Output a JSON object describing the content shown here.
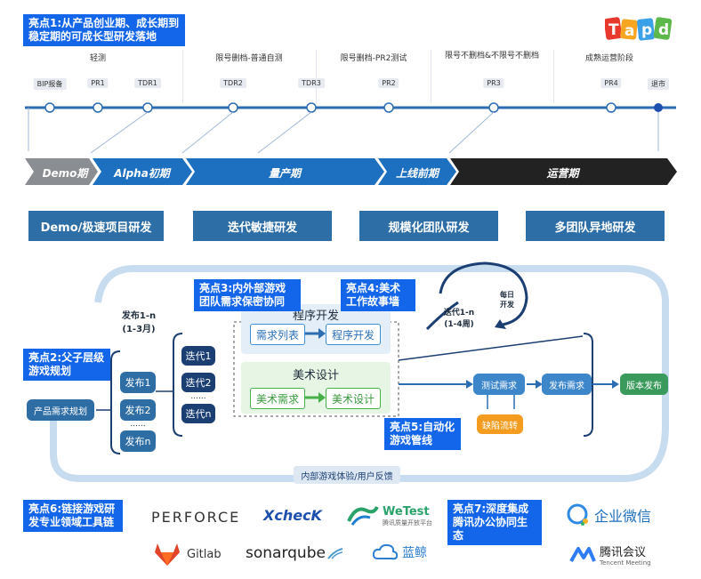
{
  "highlights": {
    "h1": "亮点1:从产品创业期、成长期到稳定期的可成长型研发落地",
    "h2": "亮点2:父子层级游戏规划",
    "h3": "亮点3:内外部游戏团队需求保密协同",
    "h4": "亮点4:美术工作故事墙",
    "h5": "亮点5:自动化游戏管线",
    "h6": "亮点6:链接游戏研发专业领域工具链",
    "h7": "亮点7:深度集成腾讯办公协同生态"
  },
  "tapd_logo": "Tapd",
  "timeline": {
    "stage_labels": [
      "轻测",
      "限号删档-普通自测",
      "限号删档-PR2测试",
      "限号不删档&不限号不删档",
      "成熟运营阶段"
    ],
    "milestones": [
      "BIP报备",
      "PR1",
      "TDR1",
      "TDR2",
      "TDR3",
      "PR2",
      "PR3",
      "PR4",
      "退市"
    ]
  },
  "phases": [
    "Demo期",
    "Alpha初期",
    "量产期",
    "上线前期",
    "运营期"
  ],
  "categories": [
    "Demo/极速项目研发",
    "迭代敏捷研发",
    "规模化团队研发",
    "多团队异地研发"
  ],
  "flow": {
    "release_cycle": "发布1-n\n(1-3月)",
    "product_planning": "产品需求规划",
    "releases": [
      "发布1",
      "发布2",
      "......",
      "发布n"
    ],
    "iterations": [
      "迭代1",
      "迭代2",
      "......",
      "迭代n"
    ],
    "program_dev_title": "程序开发",
    "program_steps": [
      "需求列表",
      "程序开发"
    ],
    "art_title": "美术设计",
    "art_steps": [
      "美术需求",
      "美术设计"
    ],
    "iter_cycle": "迭代1-n\n(1-4周)",
    "daily": "每日\n开发",
    "test_req": "测试需求",
    "publish_req": "发布需求",
    "bug_flow": "缺陷流转",
    "version_release": "版本发布",
    "feedback": "内部游戏体验/用户反馈"
  },
  "tools": {
    "perforce": "PERFORCE",
    "xcheck": "XchecK",
    "wetest": "WeTest",
    "wetest_sub": "腾讯质量开放平台",
    "gitlab": "Gitlab",
    "sonarqube": "sonarqube",
    "lanjing": "蓝鲸",
    "wecom": "企业微信",
    "tmeeting": "腾讯会议",
    "tmeeting_sub": "Tencent Meeting"
  },
  "colors": {
    "highlight": "#1366e9",
    "category": "#2e6ea6",
    "timeline": "#2b6db4",
    "phase_grey": "#8a8d91",
    "phase_blue": "#1d6fbf",
    "phase_dark": "#222222"
  }
}
